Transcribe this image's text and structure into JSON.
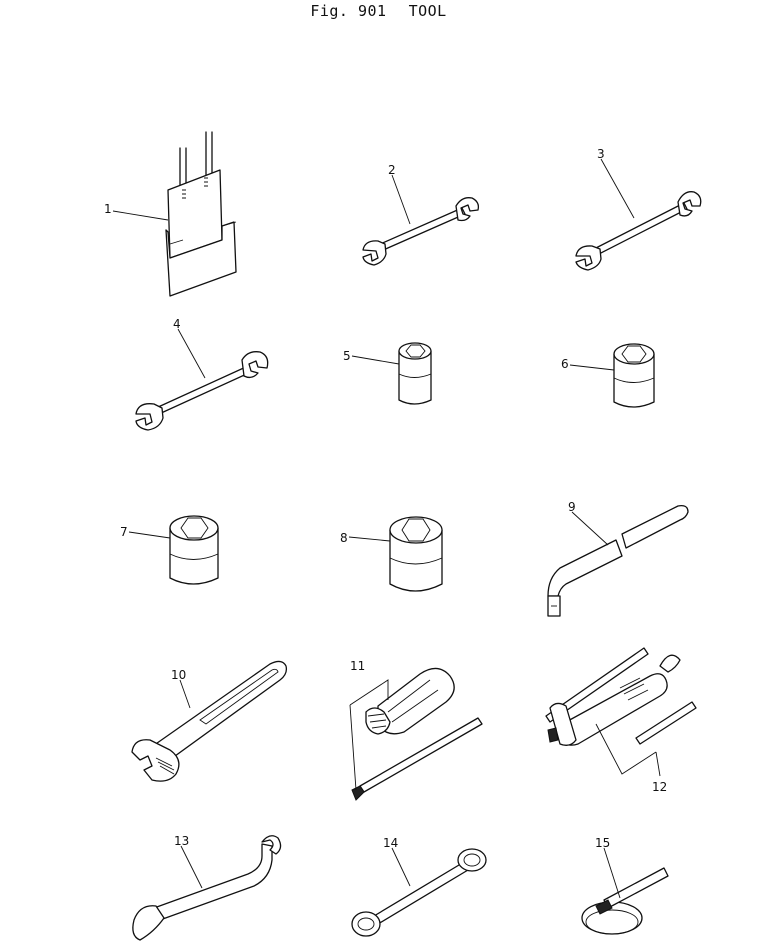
{
  "figure": {
    "label": "Fig. 901",
    "title": "TOOL"
  },
  "parts": [
    {
      "no": "1"
    },
    {
      "no": "2"
    },
    {
      "no": "3"
    },
    {
      "no": "4"
    },
    {
      "no": "5"
    },
    {
      "no": "6"
    },
    {
      "no": "7"
    },
    {
      "no": "8"
    },
    {
      "no": "9"
    },
    {
      "no": "10"
    },
    {
      "no": "11"
    },
    {
      "no": "12"
    },
    {
      "no": "13"
    },
    {
      "no": "14"
    },
    {
      "no": "15"
    }
  ]
}
